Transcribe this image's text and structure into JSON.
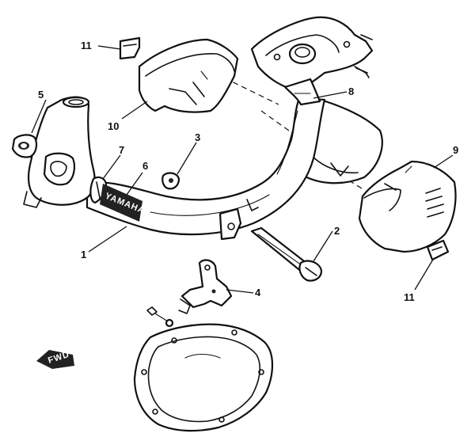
{
  "callouts": {
    "part_1": "1",
    "part_2": "2",
    "part_3": "3",
    "part_4": "4",
    "part_5": "5",
    "part_6": "6",
    "part_7": "7",
    "part_8": "8",
    "part_9": "9",
    "part_10": "10",
    "part_11_top": "11",
    "part_11_right": "11"
  },
  "markings": {
    "muffler_brand": "YAMAHA",
    "direction_arrow": "FWD"
  }
}
